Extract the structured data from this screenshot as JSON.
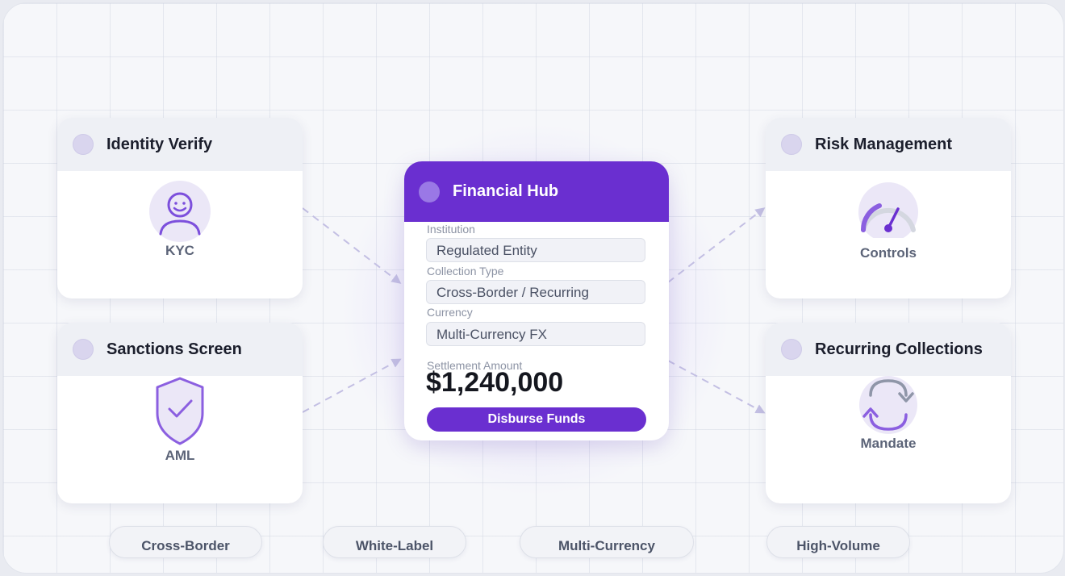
{
  "cards": {
    "identity": {
      "title": "Identity Verify",
      "label": "KYC",
      "icon": "user-smile-icon"
    },
    "sanctions": {
      "title": "Sanctions Screen",
      "label": "AML",
      "icon": "shield-check-icon"
    },
    "risk": {
      "title": "Risk Management",
      "label": "Controls",
      "icon": "gauge-icon"
    },
    "recurring": {
      "title": "Recurring Collections",
      "label": "Mandate",
      "icon": "cycle-arrows-icon"
    }
  },
  "hub": {
    "title": "Financial Hub",
    "fields": [
      {
        "label": "Institution",
        "value": "Regulated Entity"
      },
      {
        "label": "Collection Type",
        "value": "Cross-Border / Recurring"
      },
      {
        "label": "Currency",
        "value": "Multi-Currency FX"
      }
    ],
    "amount_label": "Settlement Amount",
    "amount": "$1,240,000",
    "action": "Disburse Funds"
  },
  "tags": [
    "Cross-Border",
    "White-Label",
    "Multi-Currency",
    "High-Volume"
  ],
  "colors": {
    "accent": "#6a2fd0",
    "accent_light": "#8b5fe0",
    "connector": "#c3bfe3"
  }
}
